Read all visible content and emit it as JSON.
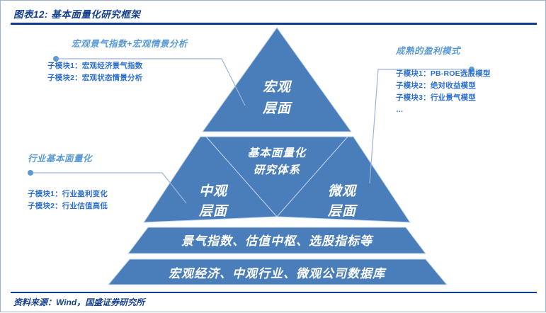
{
  "header": {
    "title": "图表12: 基本面量化研究框架"
  },
  "footer": {
    "source": "资料来源：Wind，国盛证券研究所"
  },
  "pyramid": {
    "top_triangle": {
      "line1": "宏观",
      "line2": "层面"
    },
    "center_inverted": {
      "line1": "基本面量化",
      "line2": "研究体系"
    },
    "left_triangle": {
      "line1": "中观",
      "line2": "层面"
    },
    "right_triangle": {
      "line1": "微观",
      "line2": "层面"
    },
    "bar_upper": "景气指数、估值中枢、选股指标等",
    "bar_lower": "宏观经济、中观行业、微观公司数据库"
  },
  "callouts": {
    "macro": {
      "title": "宏观景气指数+宏观情景分析",
      "items": [
        "子模块1：宏观经济景气指数",
        "子模块2：宏观状态情景分析"
      ]
    },
    "industry": {
      "title": "行业基本面量化",
      "items": [
        "子模块1：行业盈利变化",
        "子模块2：行业估值高低"
      ]
    },
    "micro": {
      "title": "成熟的盈利模式",
      "items": [
        "子模块1：PB-ROE选股模型",
        "子模块2：绝对收益模型",
        "子模块3：行业景气模型",
        "…"
      ]
    }
  },
  "colors": {
    "shape_fill": "#4a7ebb",
    "title_blue": "#17418f",
    "rule_blue": "#0d3c91",
    "callout_title": "#5b9bd5",
    "callout_item": "#2d6fd0"
  }
}
